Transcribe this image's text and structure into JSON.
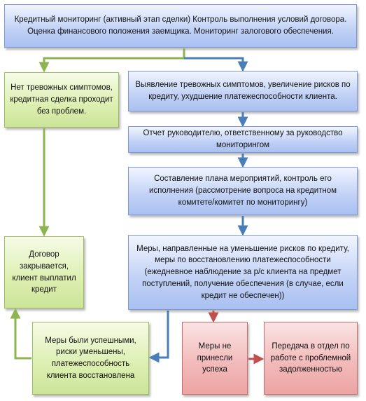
{
  "boxes": {
    "top": "Кредитный мониторинг (активный этап сделки) Контроль выполнения условий договора. Оценка финансового положения заемщика. Мониторинг залогового обеспечения.",
    "no_symptoms": "Нет тревожных симптомов, кредитная сделка проходит без проблем.",
    "symptoms": "Выявление тревожных симптомов, увеличение рисков по кредиту, ухудшение платежеспособности клиента.",
    "report": "Отчет руководителю, ответственному за руководство мониторингом",
    "plan": "Составление плана мероприятий, контроль его исполнения (рассмотрение вопроса на кредитном комитете/комитет по мониторингу)",
    "contract_closed": "Договор закрывается, клиент выплатил кредит",
    "measures": "Меры, направленные на уменьшение рисков по кредиту, меры по восстановлению платежеспособности (ежедневное наблюдение за р/с клиента на предмет поступлений, получение обеспечения (в случае, если кредит не обеспечен))",
    "success": "Меры были успешными, риски уменьшены, платежеспособность клиента восстановлена",
    "failure": "Меры не принесли успеха",
    "transfer": "Передача в отдел по работе с проблемной задолженностью"
  },
  "colors": {
    "blue_arrow": "#4a7ebb",
    "green_arrow": "#8eb44f",
    "red_arrow": "#c0504d"
  }
}
